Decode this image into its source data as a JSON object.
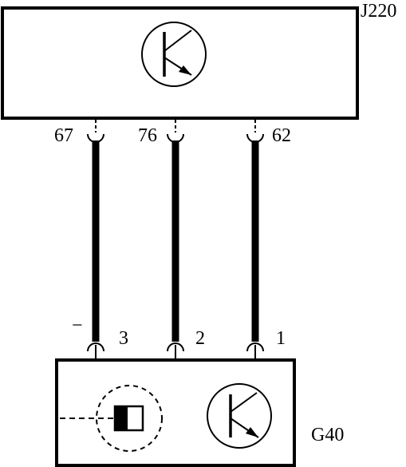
{
  "components": {
    "ecu": {
      "label": "J220"
    },
    "sensor": {
      "label": "G40"
    }
  },
  "wires": [
    {
      "from_pin": "67",
      "to_pin": "3",
      "polarity": "−"
    },
    {
      "from_pin": "76",
      "to_pin": "2",
      "polarity": ""
    },
    {
      "from_pin": "62",
      "to_pin": "1",
      "polarity": ""
    }
  ]
}
